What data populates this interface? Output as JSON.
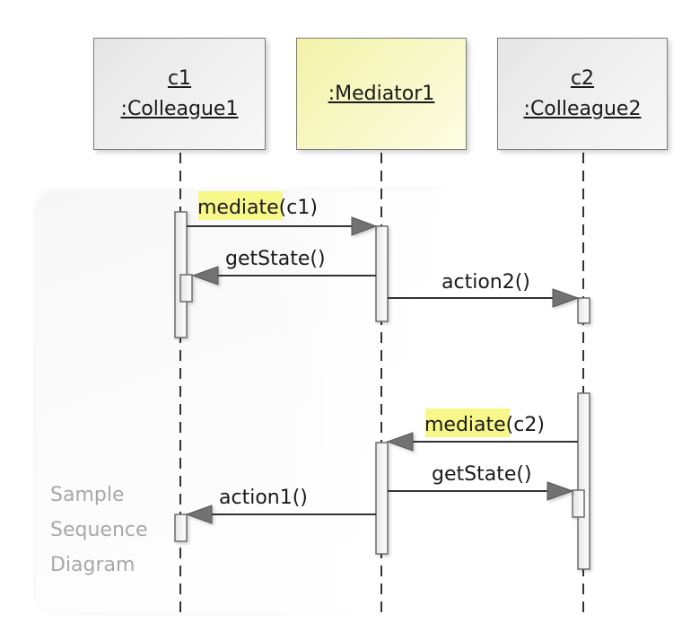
{
  "objects": [
    {
      "id": "c1",
      "name": "c1",
      "type": ":Colleague1",
      "fill": "grey"
    },
    {
      "id": "m1",
      "name": "",
      "type": ":Mediator1",
      "fill": "yellow"
    },
    {
      "id": "c2",
      "name": "c2",
      "type": ":Colleague2",
      "fill": "grey"
    }
  ],
  "messages": [
    {
      "id": "msg-1",
      "label": "mediate(c1)",
      "highlight": true,
      "highlight_part": "mediate",
      "rest": "(c1)"
    },
    {
      "id": "msg-2",
      "label": "getState()",
      "highlight": false
    },
    {
      "id": "msg-3",
      "label": "action2()",
      "highlight": false
    },
    {
      "id": "msg-4",
      "label": "mediate(c2)",
      "highlight": true,
      "highlight_part": "mediate",
      "rest": "(c2)"
    },
    {
      "id": "msg-5",
      "label": "getState()",
      "highlight": false
    },
    {
      "id": "msg-6",
      "label": "action1()",
      "highlight": false
    }
  ],
  "note": {
    "lines": [
      "Sample",
      "Sequence",
      "Diagram"
    ]
  },
  "colors": {
    "box_border": "#7a7a7a",
    "grey_fill": "#efefef",
    "yellow_fill": "#fafac8",
    "highlight": "#f7f78a",
    "arrow": "#707070",
    "line": "#333333",
    "note_text": "#a8a8a8"
  }
}
